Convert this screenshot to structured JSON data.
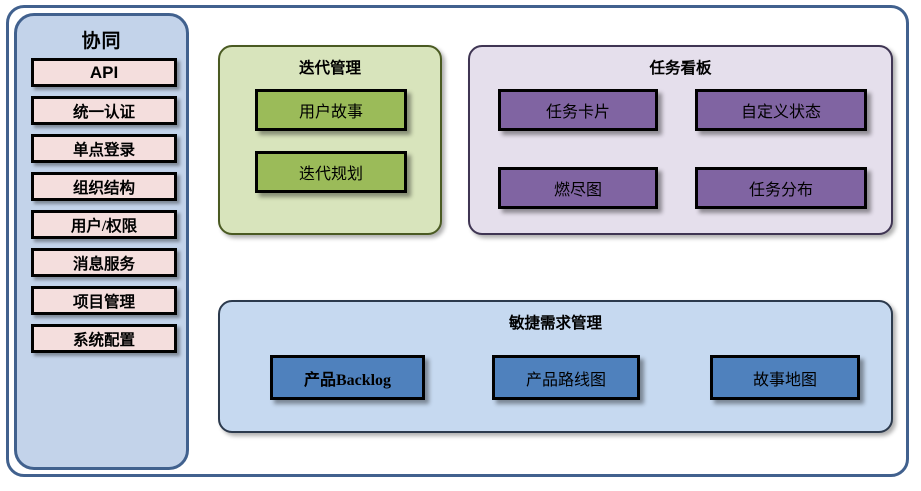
{
  "diagram": {
    "sidebar": {
      "title": "协同",
      "items": [
        {
          "label": "API",
          "script": "latin"
        },
        {
          "label": "统一认证",
          "script": "han"
        },
        {
          "label": "单点登录",
          "script": "han"
        },
        {
          "label": "组织结构",
          "script": "han"
        },
        {
          "label": "用户/权限",
          "script": "han"
        },
        {
          "label": "消息服务",
          "script": "han"
        },
        {
          "label": "项目管理",
          "script": "han"
        },
        {
          "label": "系统配置",
          "script": "han"
        }
      ]
    },
    "groups": {
      "iteration": {
        "title": "迭代管理",
        "nodes": [
          {
            "label": "用户故事"
          },
          {
            "label": "迭代规划"
          }
        ]
      },
      "board": {
        "title": "任务看板",
        "nodes": [
          {
            "label": "任务卡片"
          },
          {
            "label": "自定义状态"
          },
          {
            "label": "燃尽图"
          },
          {
            "label": "任务分布"
          }
        ]
      },
      "agile": {
        "title": "敏捷需求管理",
        "nodes": [
          {
            "label": "产品Backlog"
          },
          {
            "label": "产品路线图"
          },
          {
            "label": "故事地图"
          }
        ]
      }
    },
    "colors": {
      "frame_border": "#41618e",
      "sidebar_fill": "#c3d3ea",
      "sidebar_item_fill": "#f4dedd",
      "iteration_panel_fill": "#d8e4bc",
      "iteration_node_fill": "#9bbb59",
      "board_panel_fill": "#e5dfec",
      "board_node_fill": "#8064a2",
      "agile_panel_fill": "#c6d9f0",
      "agile_node_fill": "#4f81bd",
      "node_border": "#000000"
    }
  }
}
